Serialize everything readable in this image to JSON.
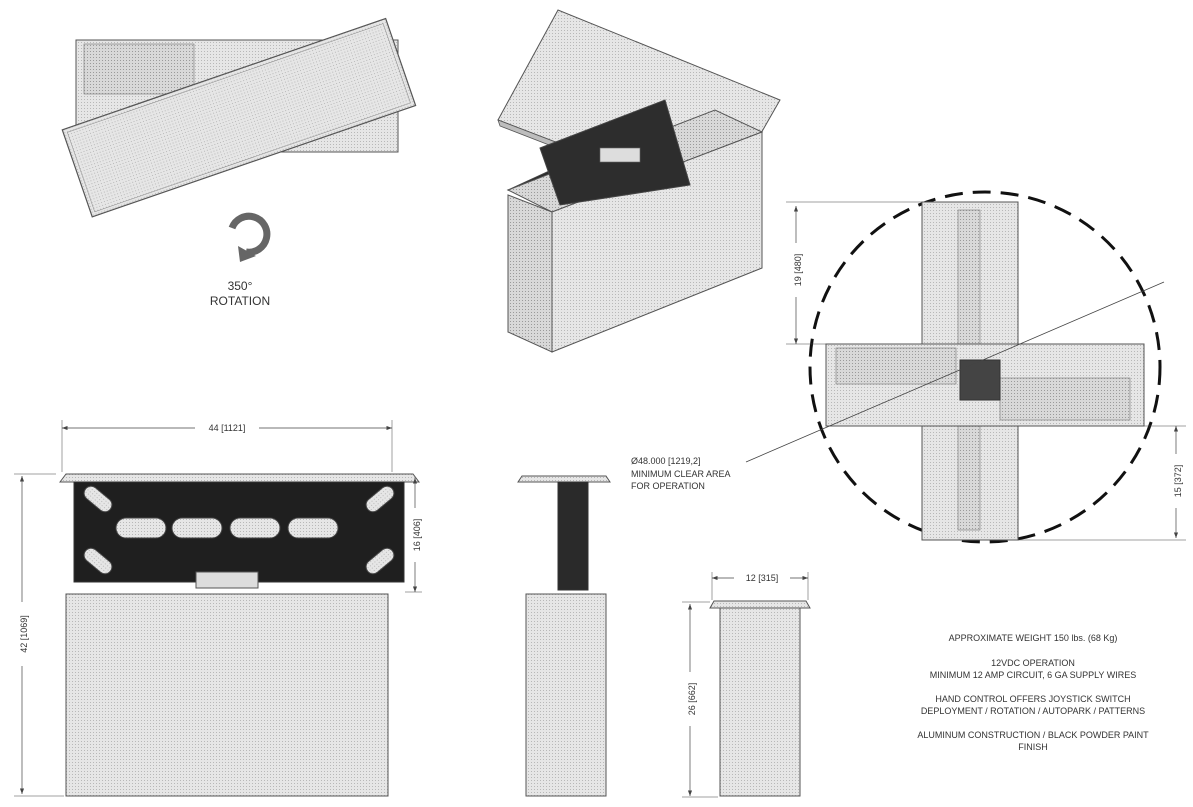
{
  "rotation": {
    "degrees": "350°",
    "label": "ROTATION"
  },
  "dimensions": {
    "width_front": "44 [1121]",
    "height_overall": "42 [1069]",
    "sign_height": "16 [406]",
    "depth_top": "12 [315]",
    "box_height": "26 [662]",
    "plan_top": "19 [480]",
    "plan_bottom": "15 [372]"
  },
  "clear_area": {
    "diameter": "Ø48.000 [1219,2]",
    "line1": "MINIMUM CLEAR AREA",
    "line2": "FOR OPERATION"
  },
  "specs": {
    "weight": "APPROXIMATE WEIGHT 150 lbs. (68 Kg)",
    "power_1": "12VDC OPERATION",
    "power_2": "MINIMUM 12 AMP CIRCUIT,  6  GA SUPPLY WIRES",
    "control_1": "HAND CONTROL OFFERS JOYSTICK SWITCH",
    "control_2": "DEPLOYMENT / ROTATION / AUTOPARK / PATTERNS",
    "construction_1": "ALUMINUM CONSTRUCTION / BLACK POWDER PAINT",
    "construction_2": "FINISH"
  },
  "colors": {
    "panel": "#e2e2e2",
    "dark": "#222222",
    "line": "#555555"
  }
}
